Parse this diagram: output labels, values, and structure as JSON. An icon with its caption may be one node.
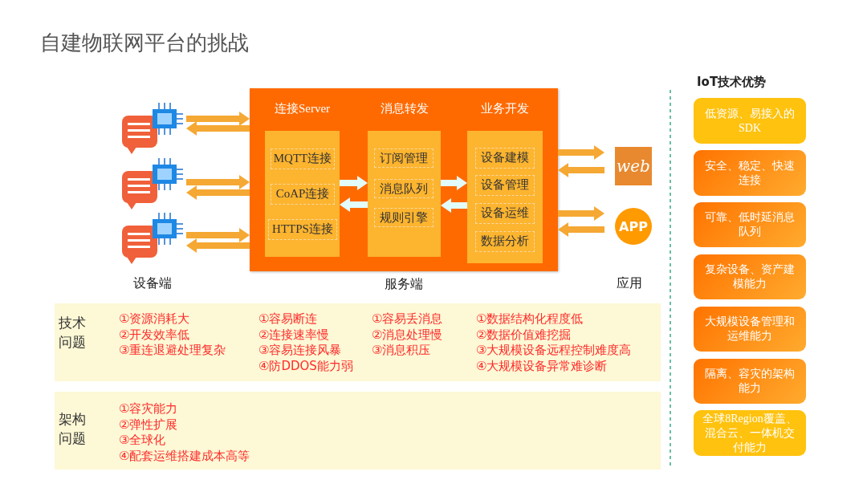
{
  "diagram": {
    "title": "自建物联网平台的挑战",
    "nodes": [
      {
        "text": [],
        "shape": "picture"
      },
      {
        "text": [],
        "shape": "picture"
      },
      {
        "text": [],
        "shape": "picture"
      },
      {
        "text": [],
        "shape": "box",
        "beside": [
          "服务端"
        ]
      },
      {
        "text": [
          "连接Server"
        ],
        "in": 3
      },
      {
        "text": [
          "MQTT连接"
        ],
        "in": 4
      },
      {
        "text": [
          "CoAP连接"
        ],
        "in": 4
      },
      {
        "text": [
          "HTTPS连接"
        ],
        "in": 4
      },
      {
        "text": [
          "消息转发"
        ],
        "in": 3
      },
      {
        "text": [
          "订阅管理"
        ],
        "in": 8
      },
      {
        "text": [
          "消息队列"
        ],
        "in": 8
      },
      {
        "text": [
          "规则引擎"
        ],
        "in": 8
      },
      {
        "text": [
          "业务开发"
        ],
        "in": 3
      },
      {
        "text": [
          "设备建模"
        ],
        "in": 12
      },
      {
        "text": [
          "设备管理"
        ],
        "in": 12
      },
      {
        "text": [
          "设备运维"
        ],
        "in": 12
      },
      {
        "text": [
          "数据分析"
        ],
        "in": 12
      },
      {
        "text": [
          "web"
        ]
      },
      {
        "text": [
          "APP"
        ]
      },
      {
        "text": [
          "低资源、易接入的SDK"
        ]
      },
      {
        "text": [
          "安全、稳定、快速连接"
        ]
      },
      {
        "text": [
          "可靠、低时延消息队列"
        ]
      },
      {
        "text": [
          "复杂设备、资产建模能力"
        ]
      },
      {
        "text": [
          "大规模设备管理和运维能力"
        ]
      },
      {
        "text": [
          "隔离、容灾的架构能力"
        ]
      },
      {
        "text": [
          "全球8Region覆盖、混合云、一体机交付能力"
        ]
      },
      {
        "text": [
          "技术问题",
          "①资源消耗大",
          "②开发效率低",
          "③重连退避处理复杂",
          "①容易断连",
          "②连接速率慢",
          "③容易连接风暴",
          "④防DDOS能力弱",
          "①容易丢消息",
          "②消息处理慢",
          "③消息积压",
          "①数据结构化程度低",
          "②数据价值难挖掘",
          "③大规模设备远程控制难度高",
          "④大规模设备异常难诊断"
        ]
      },
      {
        "text": [
          "架构问题",
          "①容灾能力",
          "②弹性扩展",
          "③全球化",
          "④配套运维搭建成本高等"
        ]
      }
    ],
    "edges": [
      {
        "from": 0,
        "to": 3,
        "arrow": "to"
      },
      {
        "from": 3,
        "to": 0,
        "arrow": "to"
      },
      {
        "from": 1,
        "to": 3,
        "arrow": "to"
      },
      {
        "from": 3,
        "to": 1,
        "arrow": "to"
      },
      {
        "from": 2,
        "to": 3,
        "arrow": "to"
      },
      {
        "from": 3,
        "to": 2,
        "arrow": "to"
      },
      {
        "from": 4,
        "to": 8,
        "arrow": "to",
        "color": "#e2fbfb"
      },
      {
        "from": 8,
        "to": 4,
        "arrow": "to",
        "color": "#e2fbfb"
      },
      {
        "from": 8,
        "to": 12,
        "arrow": "to",
        "color": "#e2fbfb"
      },
      {
        "from": 12,
        "to": 8,
        "arrow": "to",
        "color": "#e2fbfb"
      },
      {
        "from": 3,
        "to": 17,
        "arrow": "to"
      },
      {
        "from": 17,
        "to": 3,
        "arrow": "to"
      },
      {
        "from": 3,
        "to": 18,
        "arrow": "to"
      },
      {
        "from": 18,
        "to": 3,
        "arrow": "to"
      }
    ],
    "labels": [
      "设备端",
      "应用",
      "IoT技术优势"
    ]
  }
}
